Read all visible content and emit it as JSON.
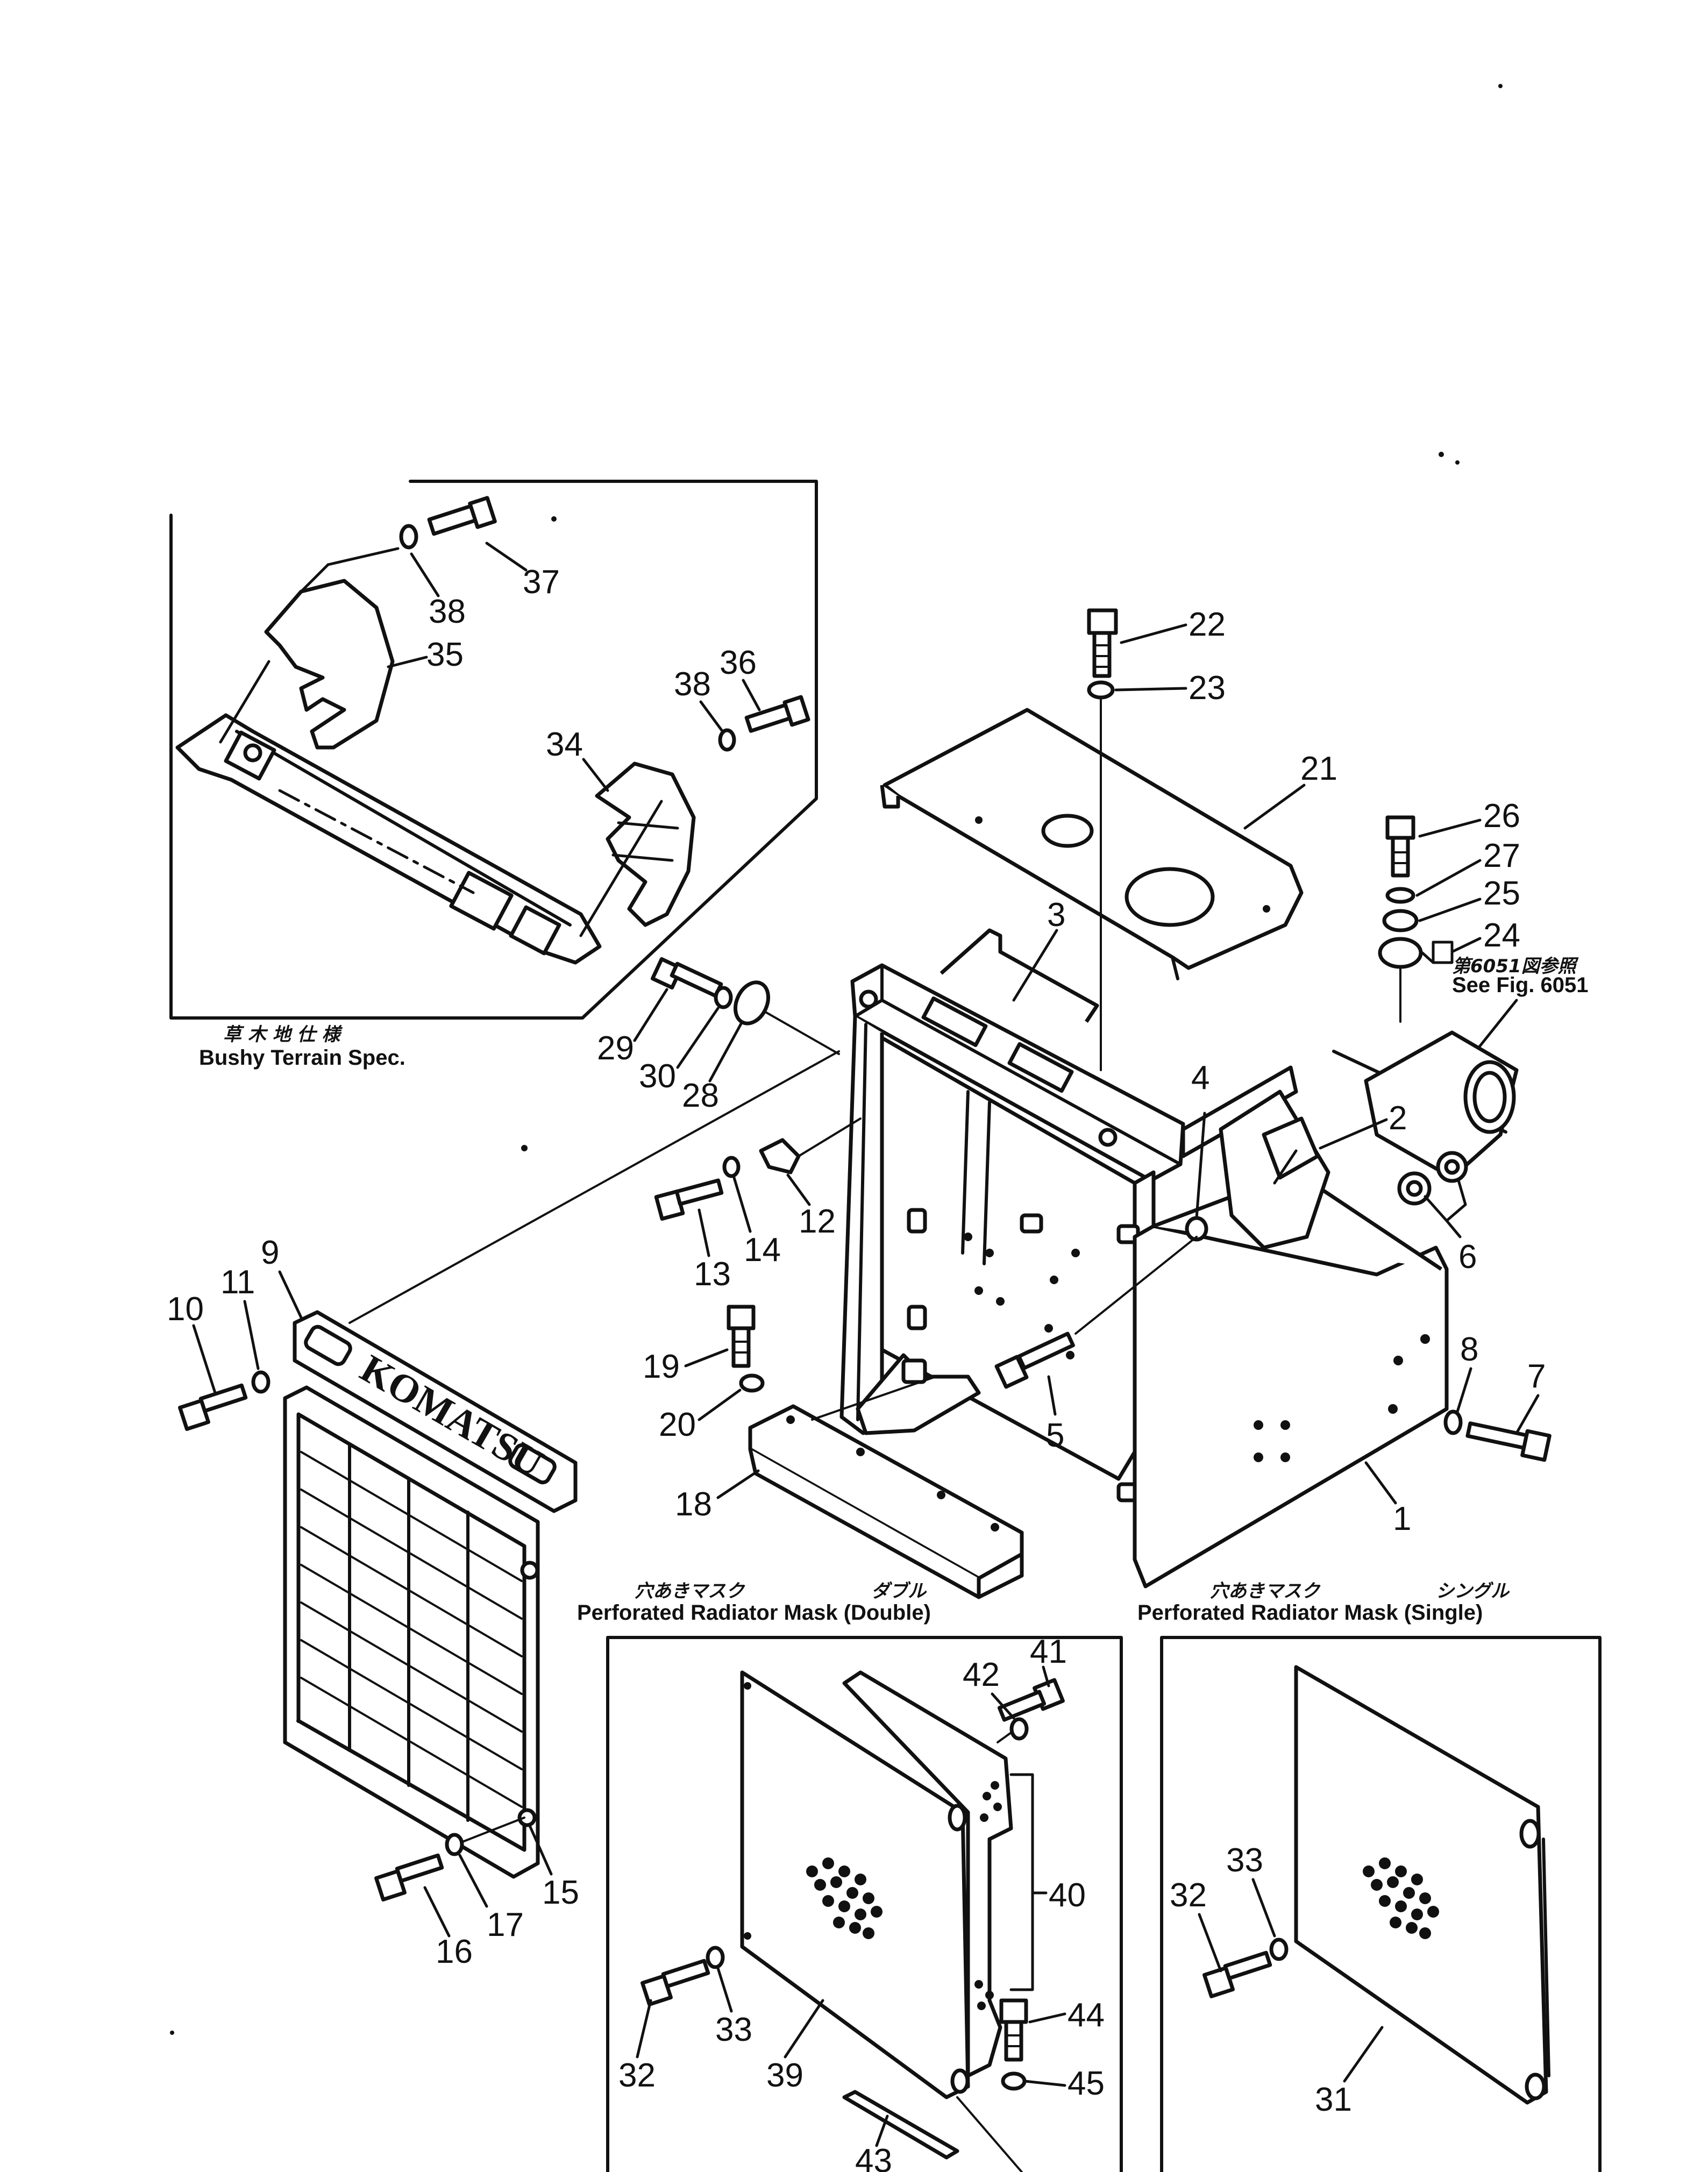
{
  "insets": {
    "bushy": {
      "jp": "草 木 地 仕 様",
      "en": "Bushy Terrain Spec."
    },
    "double": {
      "jp_left": "穴あきマスク",
      "jp_right": "ダブル",
      "en": "Perforated Radiator Mask (Double)"
    },
    "single": {
      "jp_left": "穴あきマスク",
      "jp_right": "シングル",
      "en": "Perforated Radiator Mask (Single)"
    }
  },
  "reference": {
    "jp": "第6051図参照",
    "en": "See Fig. 6051"
  },
  "grille_logo": "KOMATSU",
  "callouts": {
    "c1": "1",
    "c2": "2",
    "c3": "3",
    "c4": "4",
    "c5": "5",
    "c6": "6",
    "c7": "7",
    "c8": "8",
    "c9": "9",
    "c10": "10",
    "c11": "11",
    "c12": "12",
    "c13": "13",
    "c14": "14",
    "c15": "15",
    "c16": "16",
    "c17": "17",
    "c18": "18",
    "c19": "19",
    "c20": "20",
    "c21": "21",
    "c22": "22",
    "c23": "23",
    "c24": "24",
    "c25": "25",
    "c26": "26",
    "c27": "27",
    "c28": "28",
    "c29": "29",
    "c30": "30",
    "c31": "31",
    "c32": "32",
    "c32b": "32",
    "c33": "33",
    "c33b": "33",
    "c34": "34",
    "c35": "35",
    "c36": "36",
    "c37": "37",
    "c38": "38",
    "c38b": "38",
    "c39": "39",
    "c40": "40",
    "c41": "41",
    "c42": "42",
    "c43": "43",
    "c44": "44",
    "c45": "45"
  }
}
